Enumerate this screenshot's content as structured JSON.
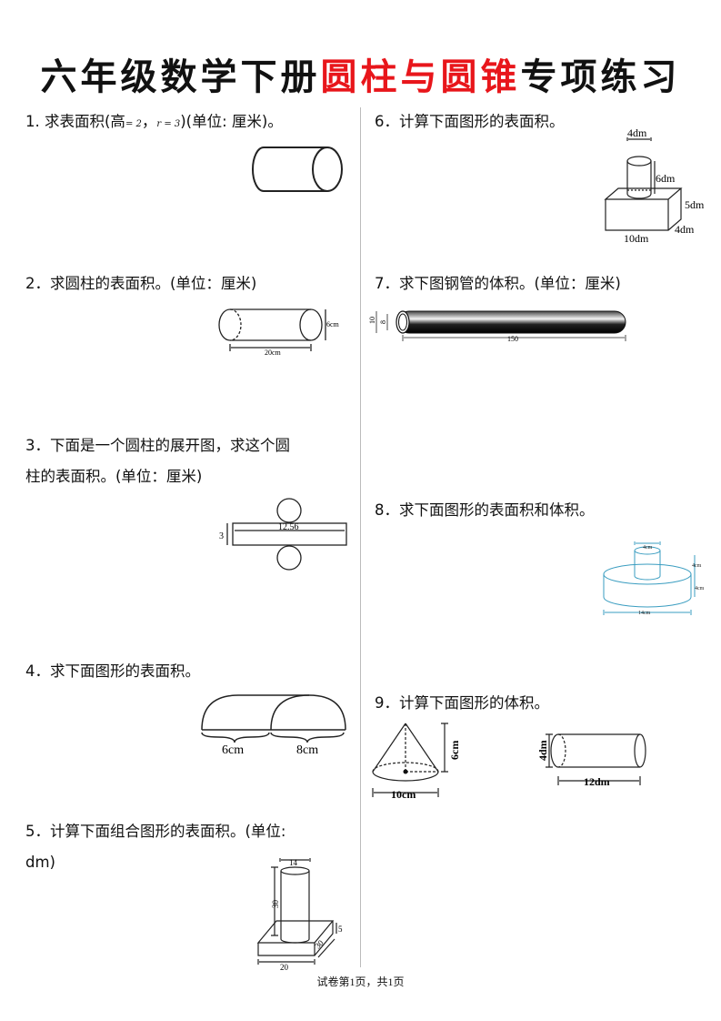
{
  "title": {
    "part1": "六年级数学下册",
    "part2": "圆柱与圆锥",
    "part3": "专项练习"
  },
  "q1": {
    "prefix": "1. 求表面积(高",
    "h": "= 2",
    "comma": "，",
    "r": "r = 3",
    "suffix": ")(单位: 厘米)。"
  },
  "q2": {
    "text": "2．求圆柱的表面积。(单位：厘米)",
    "d": "6cm",
    "len": "20cm"
  },
  "q3": {
    "line1": "3．下面是一个圆柱的展开图，求这个圆",
    "line2": "柱的表面积。(单位：厘米)",
    "len": "12.56",
    "h": "3"
  },
  "q4": {
    "text": "4．求下面图形的表面积。",
    "a": "6cm",
    "b": "8cm"
  },
  "q5": {
    "line1": "5．计算下面组合图形的表面积。(单位:",
    "line2": "dm)",
    "d": "14",
    "h": "30",
    "bh": "5",
    "bw": "30",
    "bl": "20"
  },
  "q6": {
    "text": "6．计算下面图形的表面积。",
    "d": "4dm",
    "h": "6dm",
    "bh": "5dm",
    "bw": "4dm",
    "bl": "10dm"
  },
  "q7": {
    "text": "7．求下图钢管的体积。(单位：厘米)",
    "outer": "10",
    "inner": "8",
    "len": "150"
  },
  "q8": {
    "text": "8．求下面图形的表面积和体积。",
    "d": "4cm",
    "h1": "4cm",
    "h2": "4cm",
    "D": "14cm"
  },
  "q9": {
    "text": "9．计算下面图形的体积。",
    "cone_h": "6cm",
    "cone_d": "10cm",
    "cyl_d": "4dm",
    "cyl_l": "12dm"
  },
  "footer": "试卷第1页，共1页"
}
